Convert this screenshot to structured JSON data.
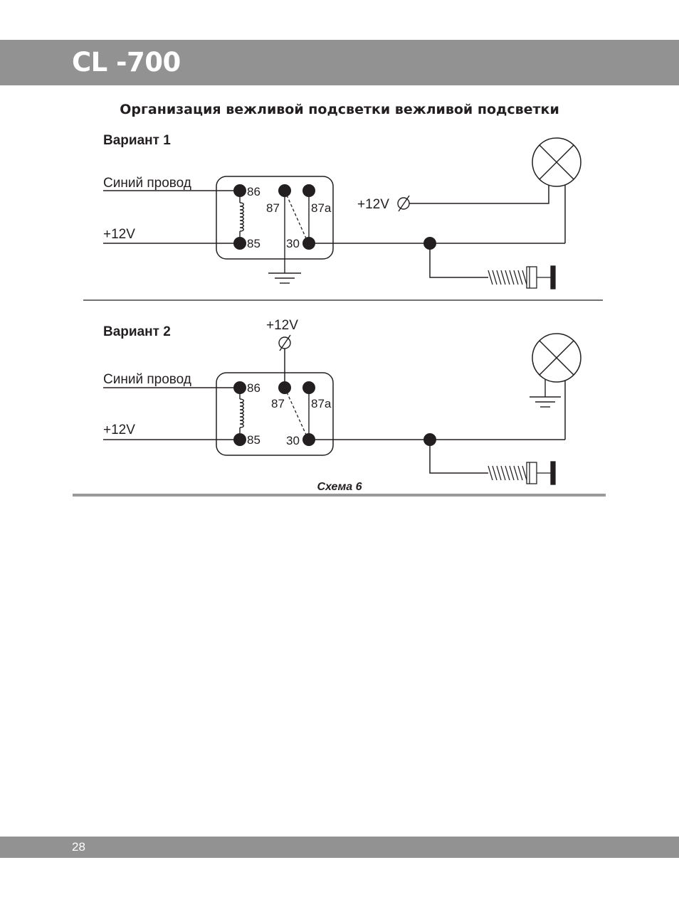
{
  "header": {
    "title": "CL -700"
  },
  "section_title": "Организация вежливой подсветки вежливой подсветки",
  "variant1": {
    "label": "Вариант 1",
    "wire_blue": "Синий провод",
    "wire_12v": "+12V",
    "supply_label": "+12V",
    "pins": {
      "p86": "86",
      "p87": "87",
      "p87a": "87a",
      "p85": "85",
      "p30": "30"
    }
  },
  "variant2": {
    "label": "Вариант 2",
    "wire_blue": "Синий провод",
    "wire_12v": "+12V",
    "supply_label": "+12V",
    "pins": {
      "p86": "86",
      "p87": "87",
      "p87a": "87a",
      "p85": "85",
      "p30": "30"
    }
  },
  "caption": "Схема 6",
  "footer": {
    "page_number": "28"
  },
  "colors": {
    "band": "#929292",
    "ink": "#231f20",
    "rule": "#9a9a9a"
  }
}
